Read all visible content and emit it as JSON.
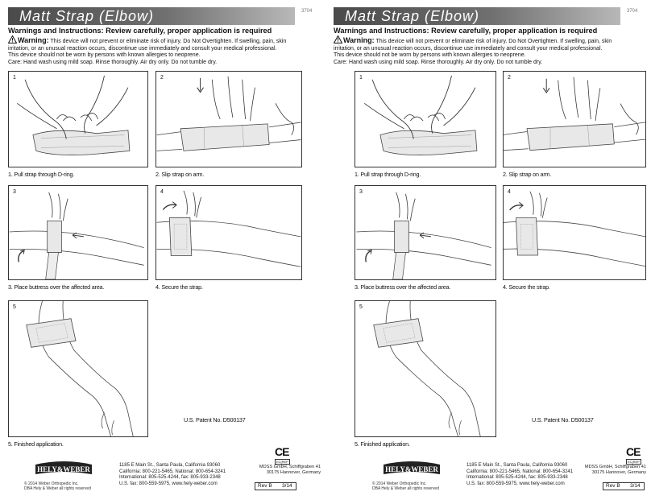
{
  "doc": {
    "part_number": "3704",
    "title": "Matt Strap (Elbow)",
    "warning_heading": "Warnings and Instructions:  Review carefully, proper application is required",
    "warning_label": "Warning:",
    "warning_line1": " This device will not prevent or eliminate risk of injury.  Do Not Overtighten.  If swelling, pain, skin",
    "warning_line2": "irritation, or an unusual reaction occurs, discontinue use immediately and consult your medical professional.",
    "warning_line3": "This device should not be worn by persons with known allergies to neoprene.",
    "care_line": "Care:  Hand wash using mild soap.  Rinse thoroughly.  Air dry only.  Do not tumble dry.",
    "steps": [
      {
        "number": "1",
        "caption": "1. Pull strap through D-ring."
      },
      {
        "number": "2",
        "caption": "2. Slip strap on arm."
      },
      {
        "number": "3",
        "caption": "3. Place buttress over the affected area."
      },
      {
        "number": "4",
        "caption": "4. Secure the strap."
      },
      {
        "number": "5",
        "caption": "5. Finished application."
      }
    ],
    "patent": "U.S. Patent No. D500137",
    "ce_mark": "CE",
    "ec_rep": "EC|REP",
    "logo_text": "HELY&WEBER",
    "copyright_line1": "© 2014 Weber Orthopedic Inc.",
    "copyright_line2": "DBA Hely & Weber all rights reserved",
    "address_us": [
      "1185 E Main St., Santa Paula, California 93060",
      "California: 800-221-5465, National: 800-654-3241",
      "International: 805-525-4244, fax: 805-933-2348",
      "U.S. fax: 800-559-5975,  www.hely-weber.com"
    ],
    "address_eu": [
      "MDSS GmbH, Schiffgraben 41",
      "30175 Hannover, Germany"
    ],
    "revision": "Rev B",
    "date": "3/14"
  }
}
